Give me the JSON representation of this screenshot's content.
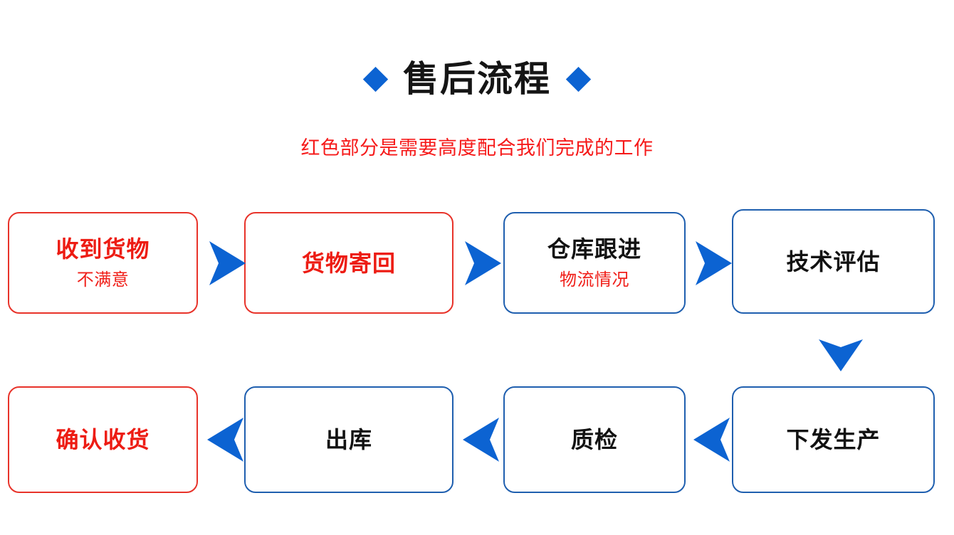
{
  "header": {
    "title": "售后流程",
    "subtitle": "红色部分是需要高度配合我们完成的工作",
    "left_diamond": "diamond-bullet",
    "right_diamond": "diamond-bullet"
  },
  "colors": {
    "accent_blue": "#0C63D2",
    "border_blue": "#1F5FAF",
    "accent_red": "#ED1C13",
    "border_red": "#E8332A",
    "text_black": "#121212",
    "background": "#FFFFFF"
  },
  "flow": {
    "row1": [
      {
        "title": "收到货物",
        "subtitle": "不满意",
        "border": "red",
        "title_color": "red"
      },
      {
        "title": "货物寄回",
        "subtitle": "",
        "border": "red",
        "title_color": "red"
      },
      {
        "title": "仓库跟进",
        "subtitle": "物流情况",
        "border": "blue",
        "title_color": "black"
      },
      {
        "title": "技术评估",
        "subtitle": "",
        "border": "blue",
        "title_color": "black"
      }
    ],
    "row2": [
      {
        "title": "确认收货",
        "subtitle": "",
        "border": "red",
        "title_color": "red"
      },
      {
        "title": "出库",
        "subtitle": "",
        "border": "blue",
        "title_color": "black"
      },
      {
        "title": "质检",
        "subtitle": "",
        "border": "blue",
        "title_color": "black"
      },
      {
        "title": "下发生产",
        "subtitle": "",
        "border": "blue",
        "title_color": "black"
      }
    ],
    "connectors": [
      {
        "name": "arrow-right-1",
        "direction": "right"
      },
      {
        "name": "arrow-right-2",
        "direction": "right"
      },
      {
        "name": "arrow-right-3",
        "direction": "right"
      },
      {
        "name": "arrow-down-1",
        "direction": "down"
      },
      {
        "name": "arrow-left-1",
        "direction": "left"
      },
      {
        "name": "arrow-left-2",
        "direction": "left"
      },
      {
        "name": "arrow-left-3",
        "direction": "left"
      }
    ]
  }
}
